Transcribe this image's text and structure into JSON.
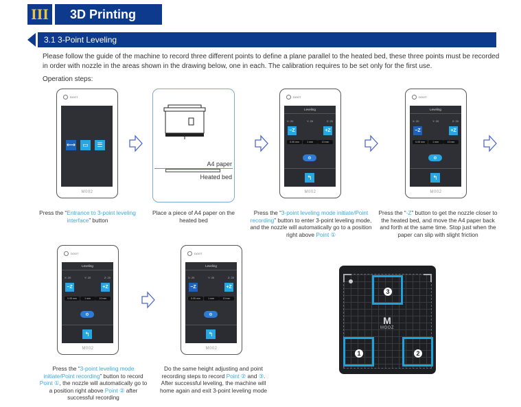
{
  "chapter": {
    "number": "III",
    "title": "3D Printing"
  },
  "section": {
    "title": "3.1 3-Point Leveling"
  },
  "intro": "Please follow the guide of the machine to record three different points to define a plane parallel to the heated bed, these three points must be recorded in order with nozzle in the areas shown in the drawing below, one in each. The calibration requires to be set only for the first use.",
  "operation_steps_label": "Operation steps:",
  "device": {
    "brand_label": "M002",
    "logo_text": "DOOT",
    "leveling_title": "Leveling",
    "coords": {
      "x": "X: 20",
      "y": "Y: 20",
      "z": "Z: 20"
    },
    "minus_z": "−Z",
    "plus_z": "+Z",
    "step_sizes": [
      "0.05 mm",
      "1 mm",
      "10 mm"
    ]
  },
  "illustration": {
    "paper_label": "A4 paper",
    "bed_label": "Heated bed"
  },
  "steps": [
    {
      "parts": [
        "Press the “",
        "Entrance to 3-point leveling interface",
        "” button"
      ]
    },
    {
      "text": "Place a piece of A4 paper on the heated bed"
    },
    {
      "parts": [
        "Press the “",
        "3-point leveling mode initiate/Point recording",
        "” button to enter 3-point leveling mode, and the nozzle will automatically go to a position right above ",
        "Point ①"
      ]
    },
    {
      "parts": [
        "Press the “",
        "-Z",
        "” button  to get the nozzle closer to the heated bed, and move the A4 paper back and forth at the same time. Stop just when the paper can slip with slight friction"
      ]
    },
    {
      "parts": [
        "Press the “",
        "3-point leveling mode initiate/Point recording",
        "” button to record ",
        "Point ①",
        ",  the nozzle will automatically go to a position right above ",
        "Point ②",
        " after successful recording"
      ]
    },
    {
      "parts": [
        "Do the same height adjusting and point recording steps to record ",
        "Point ②",
        " and ",
        "③",
        ". After successful leveling, the machine will home again and exit 3-point leveling mode"
      ]
    }
  ],
  "bed_diagram": {
    "brand": "MOOZ",
    "points": [
      "1",
      "2",
      "3"
    ]
  },
  "colors": {
    "brand_blue": "#0d3a8c",
    "chapter_numeral": "#e8c64a",
    "highlight": "#3aa8e0",
    "screen_button": "#29a6e0"
  }
}
